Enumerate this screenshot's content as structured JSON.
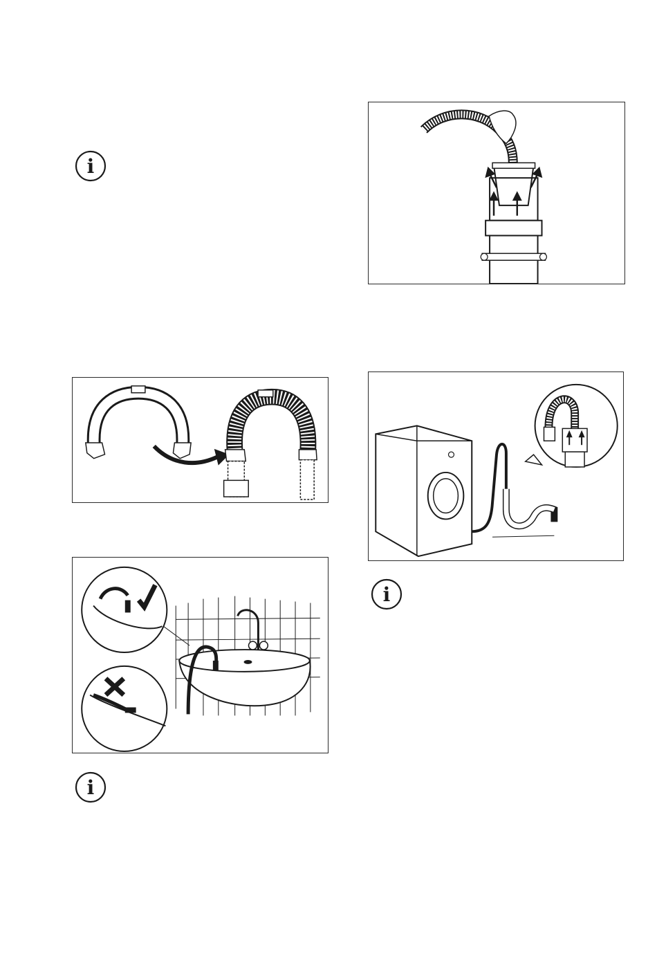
{
  "info_icons": [
    {
      "glyph": "i",
      "icon": "info-icon"
    },
    {
      "glyph": "i",
      "icon": "info-icon"
    },
    {
      "glyph": "i",
      "icon": "info-icon"
    }
  ],
  "figures": {
    "hose_guide": {
      "icon": "u-shaped-hose-guide"
    },
    "sink_drain": {
      "icon": "sink-drain-correct-incorrect"
    },
    "standpipe": {
      "icon": "drain-standpipe-hose-insert"
    },
    "washer_drain": {
      "icon": "washer-drain-connection"
    }
  },
  "colors": {
    "line": "#1a1a1a",
    "fill": "#ffffff",
    "shade": "#d9d9d9"
  }
}
